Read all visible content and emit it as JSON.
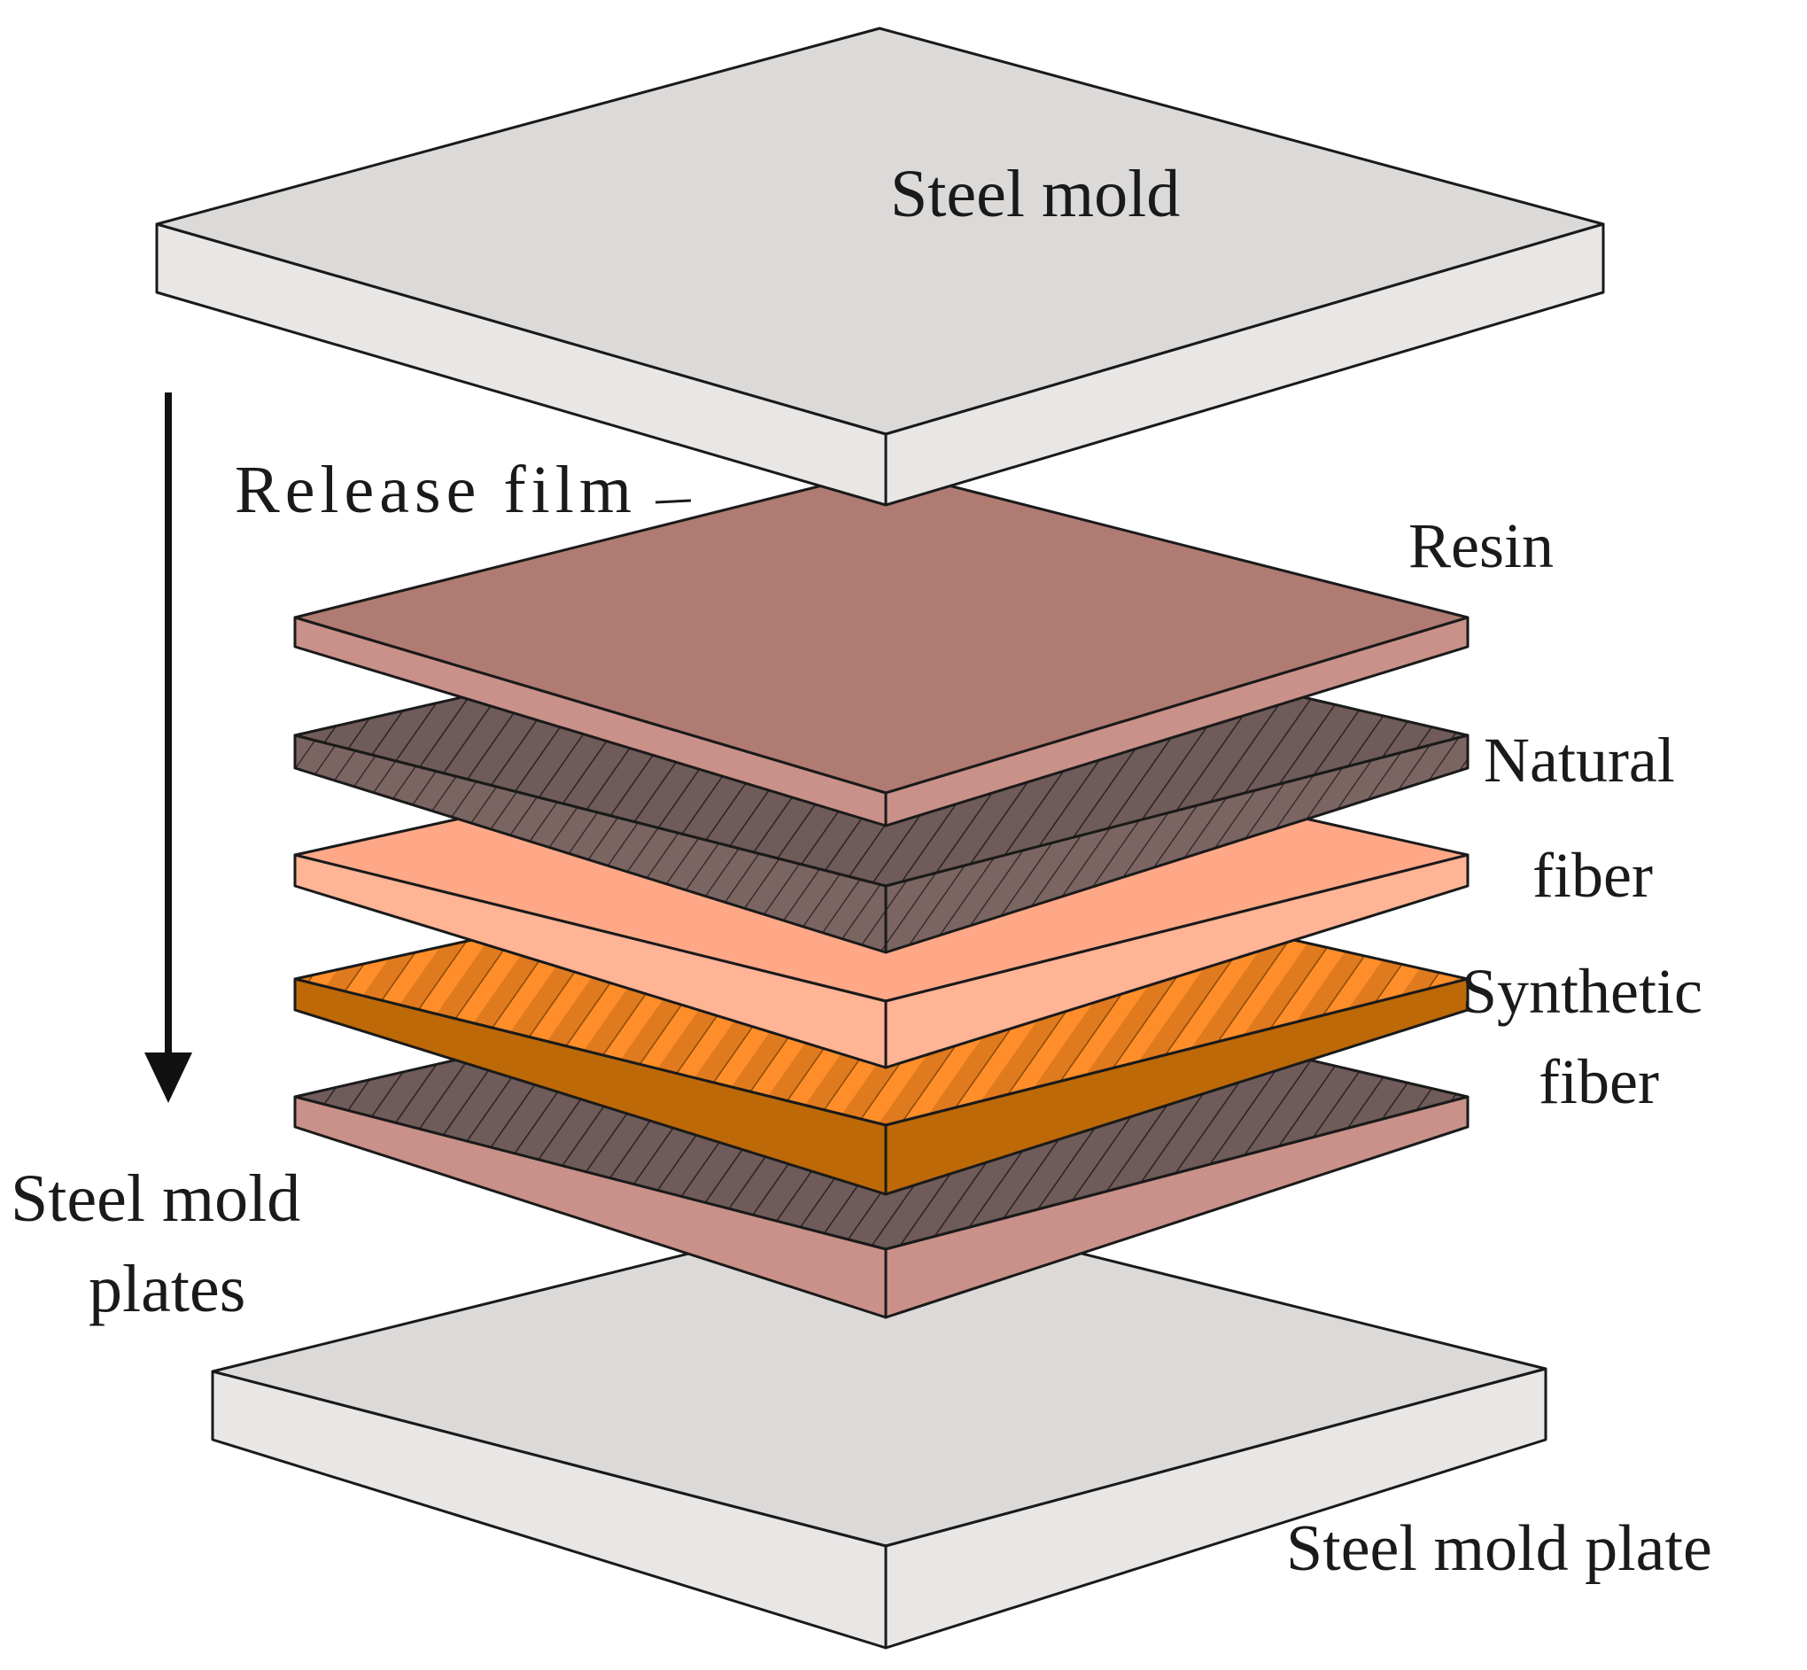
{
  "labels": {
    "top_plate": "Steel mold",
    "release_film": "Release film",
    "resin": "Resin",
    "natural_line1": "Natural",
    "natural_line2": "fiber",
    "synthetic_line1": "Synthetic",
    "synthetic_line2": "fiber",
    "plates_line1": "Steel mold",
    "plates_line2": "plates",
    "bottom_plate": "Steel mold plate"
  },
  "colors": {
    "steel_top": "#dcdad9",
    "steel_side": "#e9e7e6",
    "resin_top": "#b07b73",
    "resin_side": "#c99189",
    "natural_top": "#6f5b59",
    "natural_side": "#7b6563",
    "resin_light_top": "#ffa888",
    "resin_light_side": "#ffb496",
    "synthetic_top": "#e07a1e",
    "synthetic_stripe": "#ff8e2a",
    "synthetic_side": "#bd6908",
    "outline": "#1a1a1a"
  },
  "layer_order": [
    "Steel mold",
    "Release film",
    "Resin",
    "Natural fiber",
    "Synthetic fiber",
    "Natural fiber",
    "Steel mold plate"
  ]
}
